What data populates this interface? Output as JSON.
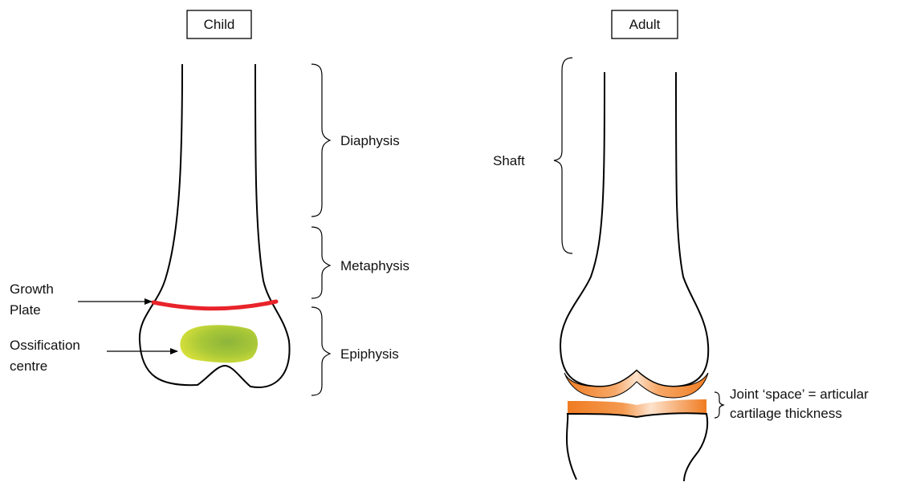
{
  "child": {
    "title": "Child",
    "labels": {
      "diaphysis": "Diaphysis",
      "metaphysis": "Metaphysis",
      "epiphysis": "Epiphysis",
      "growth_plate_line1": "Growth",
      "growth_plate_line2": "Plate",
      "ossification_line1": "Ossification",
      "ossification_line2": "centre"
    }
  },
  "adult": {
    "title": "Adult",
    "labels": {
      "shaft": "Shaft",
      "joint_space_line1": "Joint ‘space’ = articular",
      "joint_space_line2": "cartilage thickness"
    }
  },
  "colors": {
    "growth_plate": "#e8232a",
    "ossification_outer": "#8db53a",
    "ossification_inner": "#c9dc2e",
    "cartilage": "#f07c22",
    "cartilage_highlight": "#fde2cc"
  }
}
